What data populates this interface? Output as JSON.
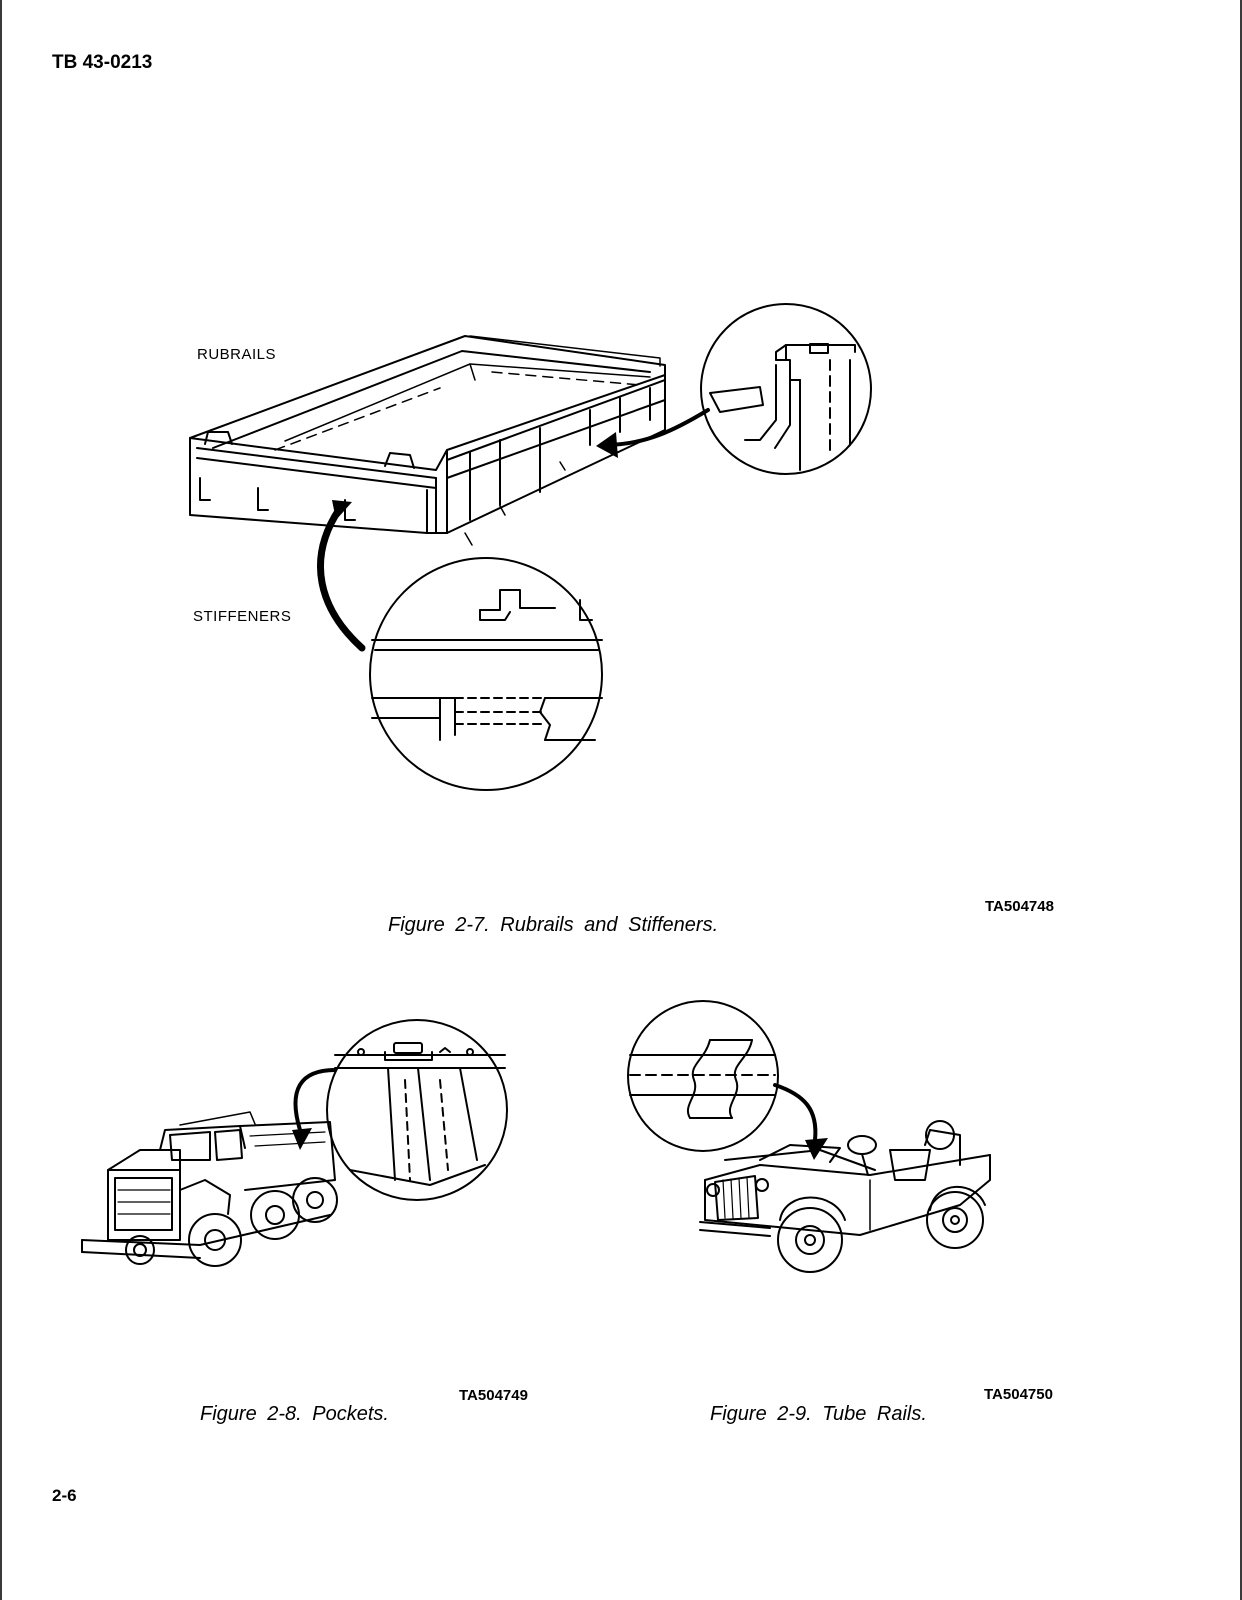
{
  "header": {
    "doc_number": "TB 43-0213"
  },
  "footer": {
    "page_number": "2-6"
  },
  "figure_2_7": {
    "callout_rubrails": "RUBRAILS",
    "callout_stiffeners": "STIFFENERS",
    "caption": "Figure 2-7. Rubrails and Stiffeners.",
    "ta_code": "TA504748"
  },
  "figure_2_8": {
    "caption": "Figure 2-8. Pockets.",
    "ta_code": "TA504749"
  },
  "figure_2_9": {
    "caption": "Figure 2-9. Tube Rails.",
    "ta_code": "TA504750"
  },
  "colors": {
    "ink": "#000000",
    "paper": "#ffffff",
    "frame": "#3a3a3a"
  }
}
